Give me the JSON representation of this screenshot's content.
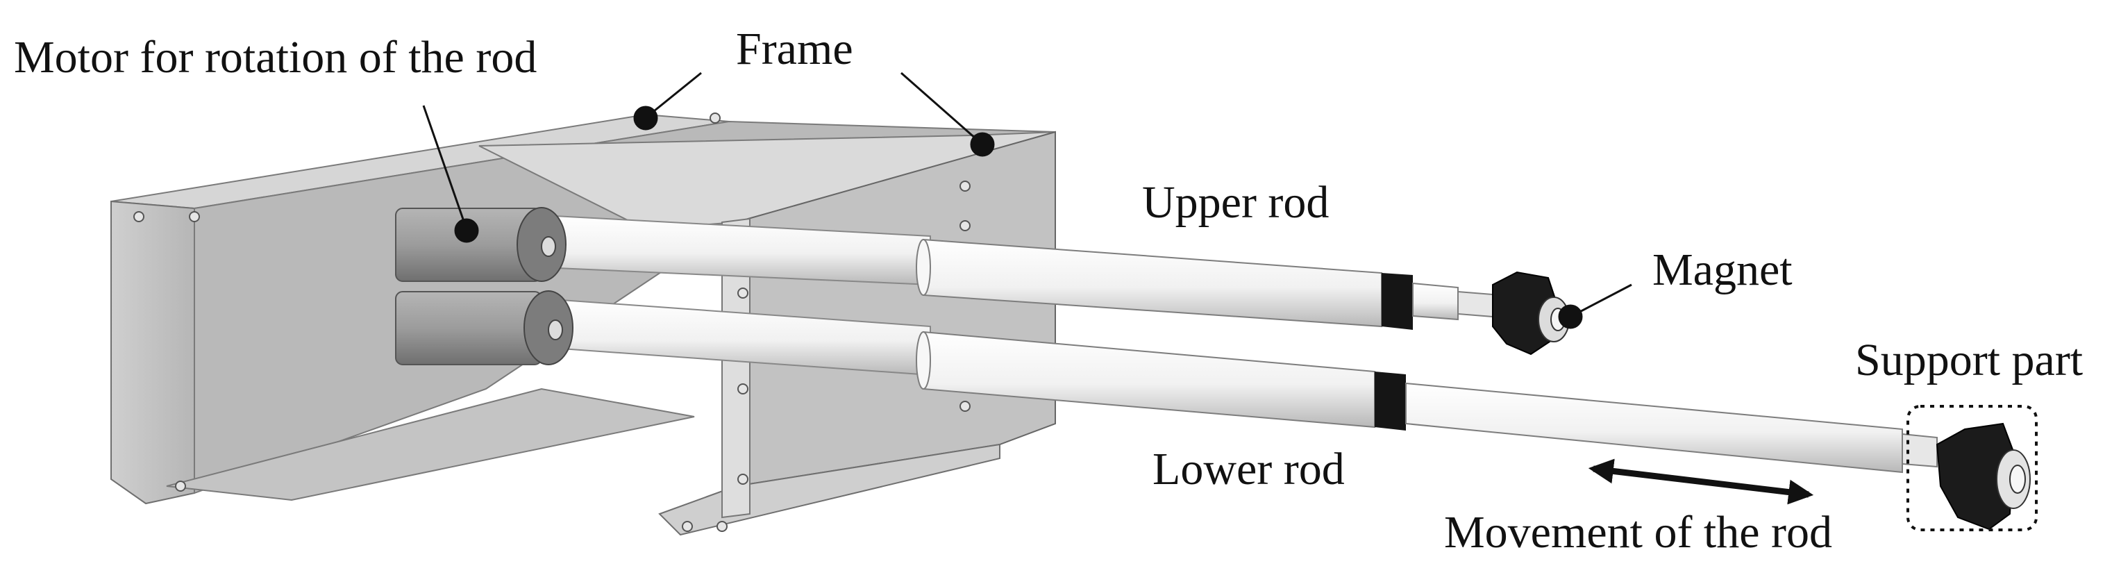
{
  "labels": {
    "motor": "Motor for rotation of the rod",
    "frame": "Frame",
    "upper_rod": "Upper rod",
    "magnet": "Magnet",
    "support_part": "Support part",
    "lower_rod": "Lower rod",
    "movement": "Movement of the rod"
  },
  "colors": {
    "frame_face": "#c9c9c9",
    "frame_side": "#a9a9a9",
    "frame_dark": "#8c8c8c",
    "rod": "#f4f4f4",
    "rod_shadow": "#bdbdbd",
    "band": "#151515",
    "motor": "#9a9a9a",
    "ink": "#111111"
  }
}
